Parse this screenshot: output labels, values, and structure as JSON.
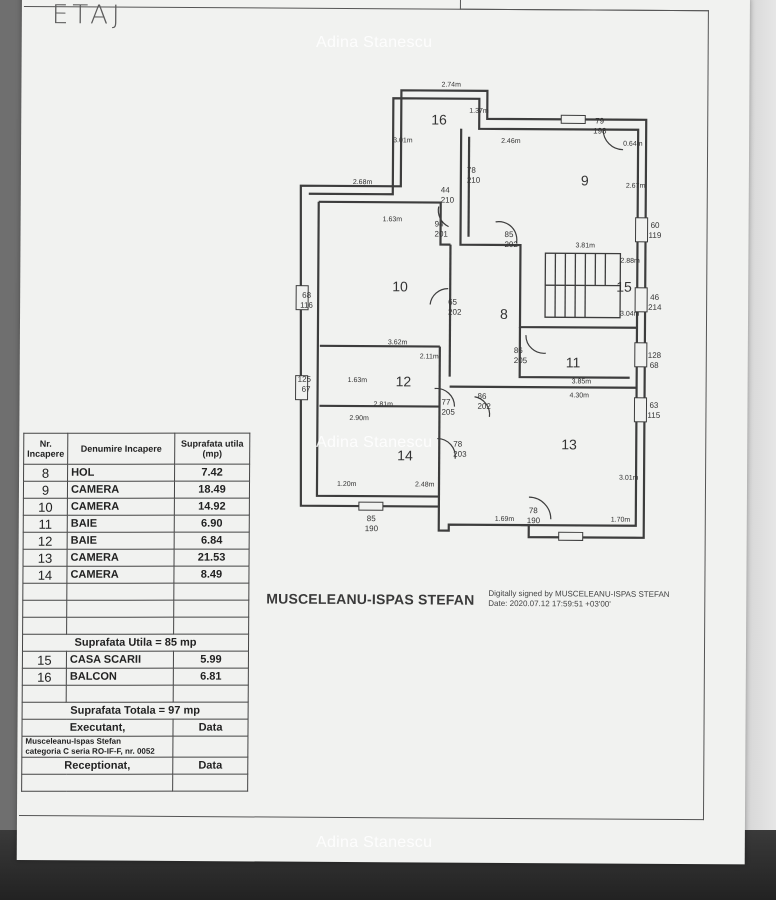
{
  "page_title": "ETAJ",
  "watermark": "Adina Stanescu",
  "signer_name": "MUSCELEANU-ISPAS STEFAN",
  "digital_signature": {
    "line1": "Digitally signed by MUSCELEANU-ISPAS STEFAN",
    "line2": "Date: 2020.07.12 17:59:51 +03'00'"
  },
  "table": {
    "headers": {
      "nr": "Nr. Incapere",
      "name": "Denumire Incapere",
      "area": "Suprafata utila (mp)"
    },
    "rows": [
      {
        "nr": "8",
        "name": "HOL",
        "area": "7.42"
      },
      {
        "nr": "9",
        "name": "CAMERA",
        "area": "18.49"
      },
      {
        "nr": "10",
        "name": "CAMERA",
        "area": "14.92"
      },
      {
        "nr": "11",
        "name": "BAIE",
        "area": "6.90"
      },
      {
        "nr": "12",
        "name": "BAIE",
        "area": "6.84"
      },
      {
        "nr": "13",
        "name": "CAMERA",
        "area": "21.53"
      },
      {
        "nr": "14",
        "name": "CAMERA",
        "area": "8.49"
      }
    ],
    "useful_area": "Suprafata Utila = 85 mp",
    "extra_rows": [
      {
        "nr": "15",
        "name": "CASA SCARII",
        "area": "5.99"
      },
      {
        "nr": "16",
        "name": "BALCON",
        "area": "6.81"
      }
    ],
    "total_area": "Suprafata Totala = 97 mp",
    "executant_label": "Executant,",
    "date_label": "Data",
    "executant_name": "Musceleanu-Ispas Stefan",
    "executant_cert": "categoria C seria RO-IF-F, nr. 0052",
    "receptionat_label": "Receptionat,",
    "date_label2": "Data"
  },
  "plan": {
    "room_numbers": [
      "16",
      "9",
      "10",
      "15",
      "8",
      "11",
      "12",
      "13",
      "14"
    ],
    "dimensions": [
      "2.74m",
      "1.37m",
      "2.46m",
      "0.64m",
      "2.67m",
      "2.68m",
      "1.63m",
      "3.81m",
      "2.88m",
      "3.04m",
      "3.62m",
      "2.11m",
      "1.63m",
      "2.81m",
      "2.90m",
      "4.30m",
      "3.85m",
      "3.01m",
      "2.48m",
      "1.69m",
      "1.70m",
      "1.20m",
      "3.01m"
    ],
    "openings": [
      "79\n198",
      "78\n210",
      "44\n210",
      "94\n201",
      "85\n202",
      "65\n202",
      "86\n205",
      "77\n205",
      "86\n202",
      "78\n203",
      "78\n190",
      "68\n116",
      "125\n67",
      "60\n119",
      "46\n214",
      "128\n68",
      "63\n115",
      "85\n190"
    ]
  }
}
